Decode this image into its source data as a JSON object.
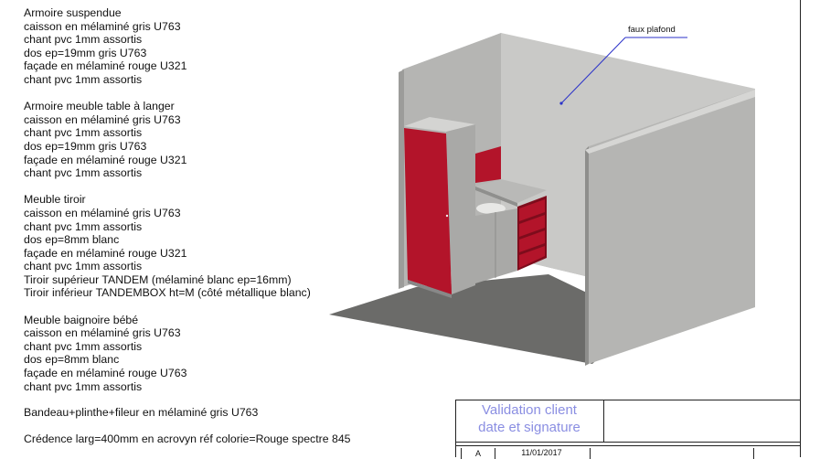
{
  "spec_blocks": [
    {
      "title": "Armoire suspendue",
      "lines": [
        "caisson en mélaminé gris U763",
        "chant pvc 1mm assortis",
        "dos ep=19mm gris U763",
        "façade en mélaminé rouge U321",
        "chant pvc 1mm assortis"
      ]
    },
    {
      "title": "Armoire meuble table à langer",
      "lines": [
        "caisson en mélaminé gris U763",
        "chant pvc 1mm assortis",
        "dos ep=19mm gris U763",
        "façade en mélaminé rouge U321",
        "chant pvc 1mm assortis"
      ]
    },
    {
      "title": "Meuble tiroir",
      "lines": [
        "caisson en mélaminé gris U763",
        "chant pvc 1mm assortis",
        "dos ep=8mm blanc",
        "façade en mélaminé rouge U321",
        "chant pvc 1mm assortis",
        "Tiroir supérieur TANDEM (mélaminé blanc ep=16mm)",
        "Tiroir inférieur TANDEMBOX ht=M (côté métallique blanc)"
      ]
    },
    {
      "title": "Meuble baignoire bébé",
      "lines": [
        "caisson en mélaminé gris U763",
        "chant pvc 1mm assortis",
        "dos ep=8mm blanc",
        "façade en mélaminé rouge U763",
        "chant pvc 1mm assortis"
      ]
    }
  ],
  "notes": {
    "bandeau": "Bandeau+plinthe+fileur en mélaminé gris U763",
    "credence": "Crédence larg=400mm en acrovyn réf colorie=Rouge spectre 845"
  },
  "drawing": {
    "callout": "faux plafond",
    "colors": {
      "wall": "#b5b5b3",
      "wall_side": "#c9c9c7",
      "wall_edge": "#9c9c9a",
      "floor": "#6b6b69",
      "red": "#b3142a",
      "red_dark": "#7e0c1c",
      "cabinet_grey": "#a9a9a7",
      "callout_line": "#2b32c9"
    }
  },
  "validation": {
    "title_line1": "Validation client",
    "title_line2": "date et signature",
    "revision": "A",
    "date": "11/01/2017"
  }
}
